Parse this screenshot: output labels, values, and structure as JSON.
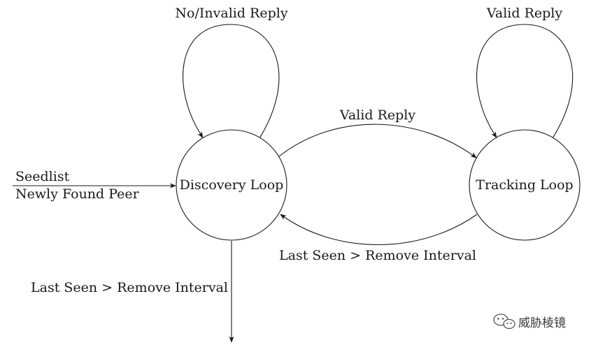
{
  "nodes": {
    "discovery": "Discovery Loop",
    "tracking": "Tracking Loop"
  },
  "edges": {
    "discovery_self": "No/Invalid Reply",
    "tracking_self": "Valid Reply",
    "discovery_to_tracking": "Valid Reply",
    "tracking_to_discovery": "Last Seen > Remove Interval",
    "input_line1": "Seedlist",
    "input_line2": "Newly Found Peer",
    "discovery_exit": "Last Seen > Remove Interval"
  },
  "watermark": {
    "text": "威胁棱镜",
    "icon": "wechat-icon"
  }
}
